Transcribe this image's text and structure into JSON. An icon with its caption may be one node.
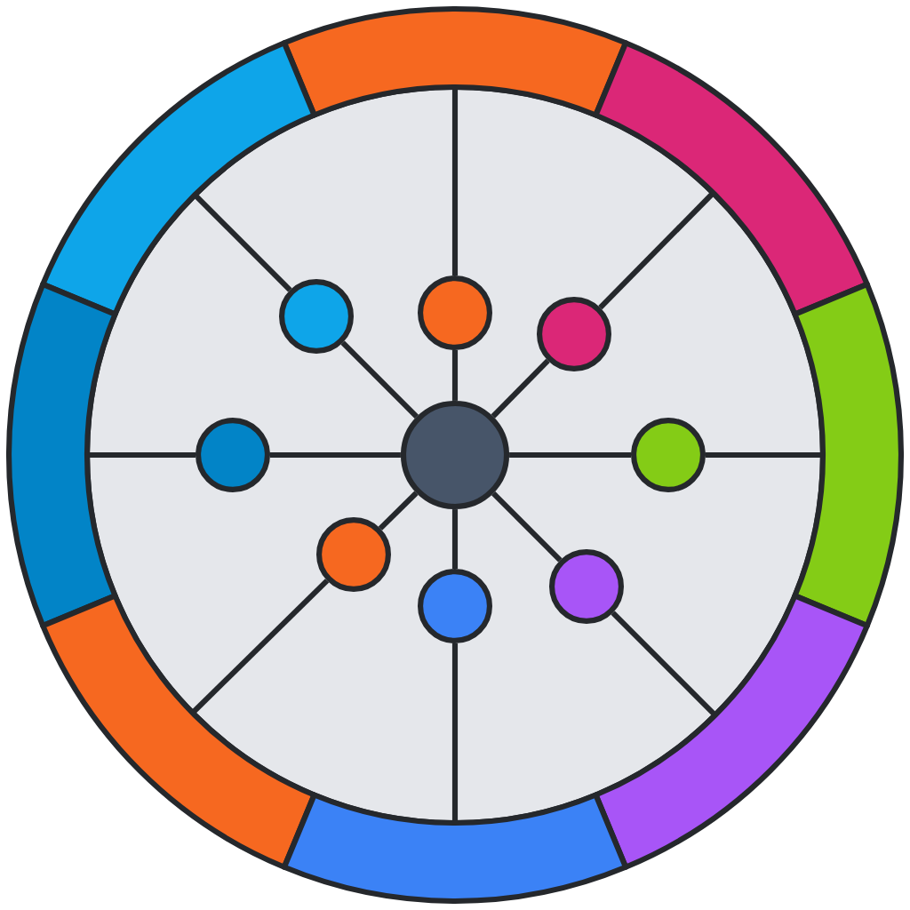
{
  "diagram": {
    "nodes": [
      {
        "text": [],
        "shape": "circle"
      },
      {
        "text": [],
        "shape": "circle"
      },
      {
        "text": [],
        "shape": "circle"
      },
      {
        "text": [],
        "shape": "circle"
      },
      {
        "text": [],
        "shape": "circle"
      },
      {
        "text": [],
        "shape": "circle"
      },
      {
        "text": [],
        "shape": "circle"
      },
      {
        "text": [],
        "shape": "circle"
      },
      {
        "text": [],
        "shape": "circle"
      },
      {
        "text": [],
        "shape": "band"
      },
      {
        "text": [],
        "shape": "band"
      },
      {
        "text": [],
        "shape": "band"
      },
      {
        "text": [],
        "shape": "band"
      },
      {
        "text": [],
        "shape": "band"
      },
      {
        "text": [],
        "shape": "band"
      },
      {
        "text": [],
        "shape": "band"
      },
      {
        "text": [],
        "shape": "band"
      }
    ],
    "edges": [
      {
        "from": 0,
        "to": 1,
        "arrow": "none"
      },
      {
        "from": 0,
        "to": 2,
        "arrow": "none"
      },
      {
        "from": 0,
        "to": 3,
        "arrow": "none"
      },
      {
        "from": 0,
        "to": 4,
        "arrow": "none"
      },
      {
        "from": 0,
        "to": 5,
        "arrow": "none"
      },
      {
        "from": 0,
        "to": 6,
        "arrow": "none"
      },
      {
        "from": 0,
        "to": 7,
        "arrow": "none"
      },
      {
        "from": 0,
        "to": 8,
        "arrow": "none"
      },
      {
        "from": 1,
        "to": 10,
        "arrow": "none"
      },
      {
        "from": 2,
        "to": 9,
        "arrow": "none"
      },
      {
        "from": 3,
        "to": 11,
        "arrow": "none"
      },
      {
        "from": 4,
        "to": 12,
        "arrow": "none"
      },
      {
        "from": 5,
        "to": 13,
        "arrow": "none"
      },
      {
        "from": 6,
        "to": 14,
        "arrow": "none"
      },
      {
        "from": 7,
        "to": 16,
        "arrow": "none"
      },
      {
        "from": 8,
        "to": 15,
        "arrow": "none"
      }
    ]
  }
}
